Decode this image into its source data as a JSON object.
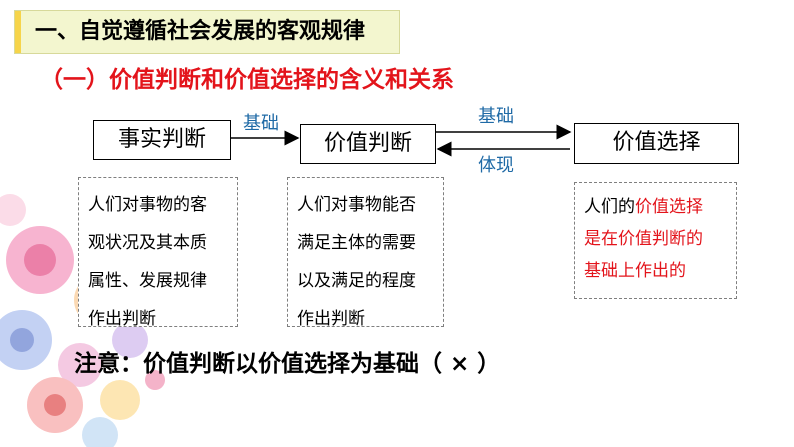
{
  "header": {
    "title": "一、自觉遵循社会发展的客观规律"
  },
  "subheading": "（一）价值判断和价值选择的含义和关系",
  "concepts": {
    "fact_judgment": "事实判断",
    "value_judgment": "价值判断",
    "value_choice": "价值选择"
  },
  "arrows": {
    "fact_to_value_label": "基础",
    "value_to_choice_label": "基础",
    "choice_to_value_label": "体现"
  },
  "descriptions": {
    "fact": [
      "人们对事物的客",
      "观状况及其本质",
      "属性、发展规律",
      "作出判断"
    ],
    "value": [
      "人们对事物能否",
      "满足主体的需要",
      "以及满足的程度",
      "作出判断"
    ],
    "choice": {
      "line1_prefix": "人们的",
      "line1_highlight": "价值选择",
      "line2": "是在价值判断的",
      "line3": "基础上作出的"
    }
  },
  "note": "注意：价值判断以价值选择为基础（ × ）",
  "colors": {
    "accent_red": "#e3141b",
    "label_blue": "#1f6aa6",
    "header_bg": "#f3f6cf"
  }
}
